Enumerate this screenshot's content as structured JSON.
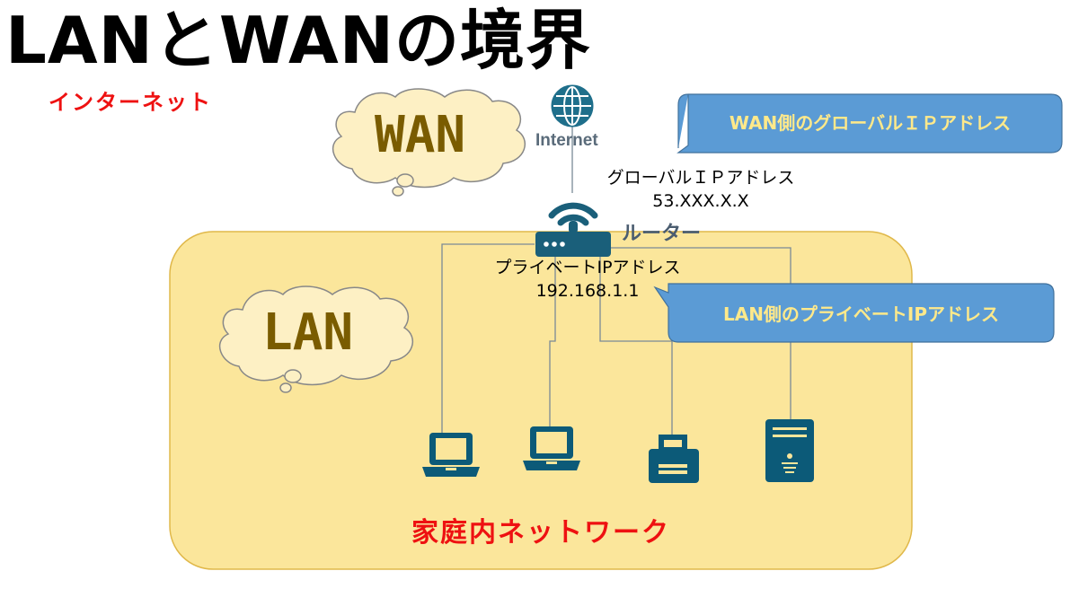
{
  "title": "LANとWANの境界",
  "subtitle": "インターネット",
  "clouds": {
    "wan": "WAN",
    "lan": "LAN"
  },
  "internet": {
    "label": "Internet",
    "icon": "globe-icon"
  },
  "router": {
    "label": "ルーター",
    "icon": "wifi-router-icon",
    "global_ip_label": "グローバルＩＰアドレス",
    "global_ip_value": "53.XXX.X.X",
    "private_ip_label": "プライベートIPアドレス",
    "private_ip_value": "192.168.1.1"
  },
  "callouts": {
    "wan": "WAN側のグローバルＩＰアドレス",
    "lan": "LAN側のプライベートIPアドレス"
  },
  "home_network_label": "家庭内ネットワーク",
  "devices": [
    {
      "name": "laptop-1",
      "icon": "laptop-icon"
    },
    {
      "name": "laptop-2",
      "icon": "laptop-icon"
    },
    {
      "name": "printer",
      "icon": "printer-icon"
    },
    {
      "name": "server",
      "icon": "server-icon"
    }
  ],
  "colors": {
    "home_area_fill": "#fbe69b",
    "home_area_stroke": "#e0b84a",
    "cloud_fill": "#fdf0c4",
    "callout_fill": "#5b9bd5",
    "callout_text": "#ffe98a",
    "device_color": "#0c5a78",
    "accent_red": "#ee1111"
  }
}
